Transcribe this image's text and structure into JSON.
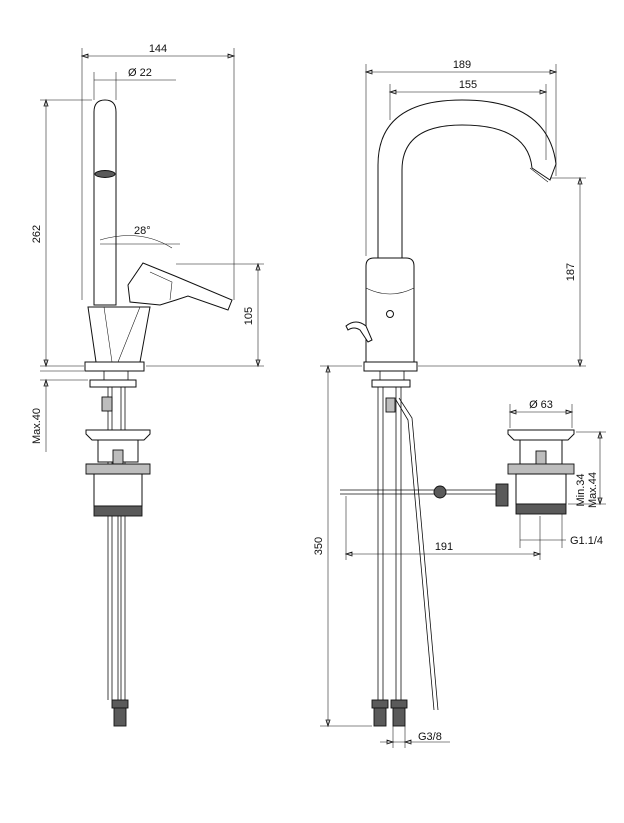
{
  "drawing": {
    "front_view": {
      "width_label": "144",
      "spout_diameter_label": "Ø 22",
      "height_label": "262",
      "lever_angle_label": "28°",
      "lever_height_label": "105",
      "deck_thickness_label": "Max.40"
    },
    "side_view": {
      "width_label": "189",
      "reach_label": "155",
      "spout_height_label": "187",
      "waste_diameter_label": "Ø 63",
      "waste_min_label": "Min.34",
      "waste_max_label": "Max.44",
      "waste_thread_label": "G1.1/4",
      "rod_length_label": "191",
      "hose_length_label": "350",
      "hose_thread_label": "G3/8"
    }
  }
}
